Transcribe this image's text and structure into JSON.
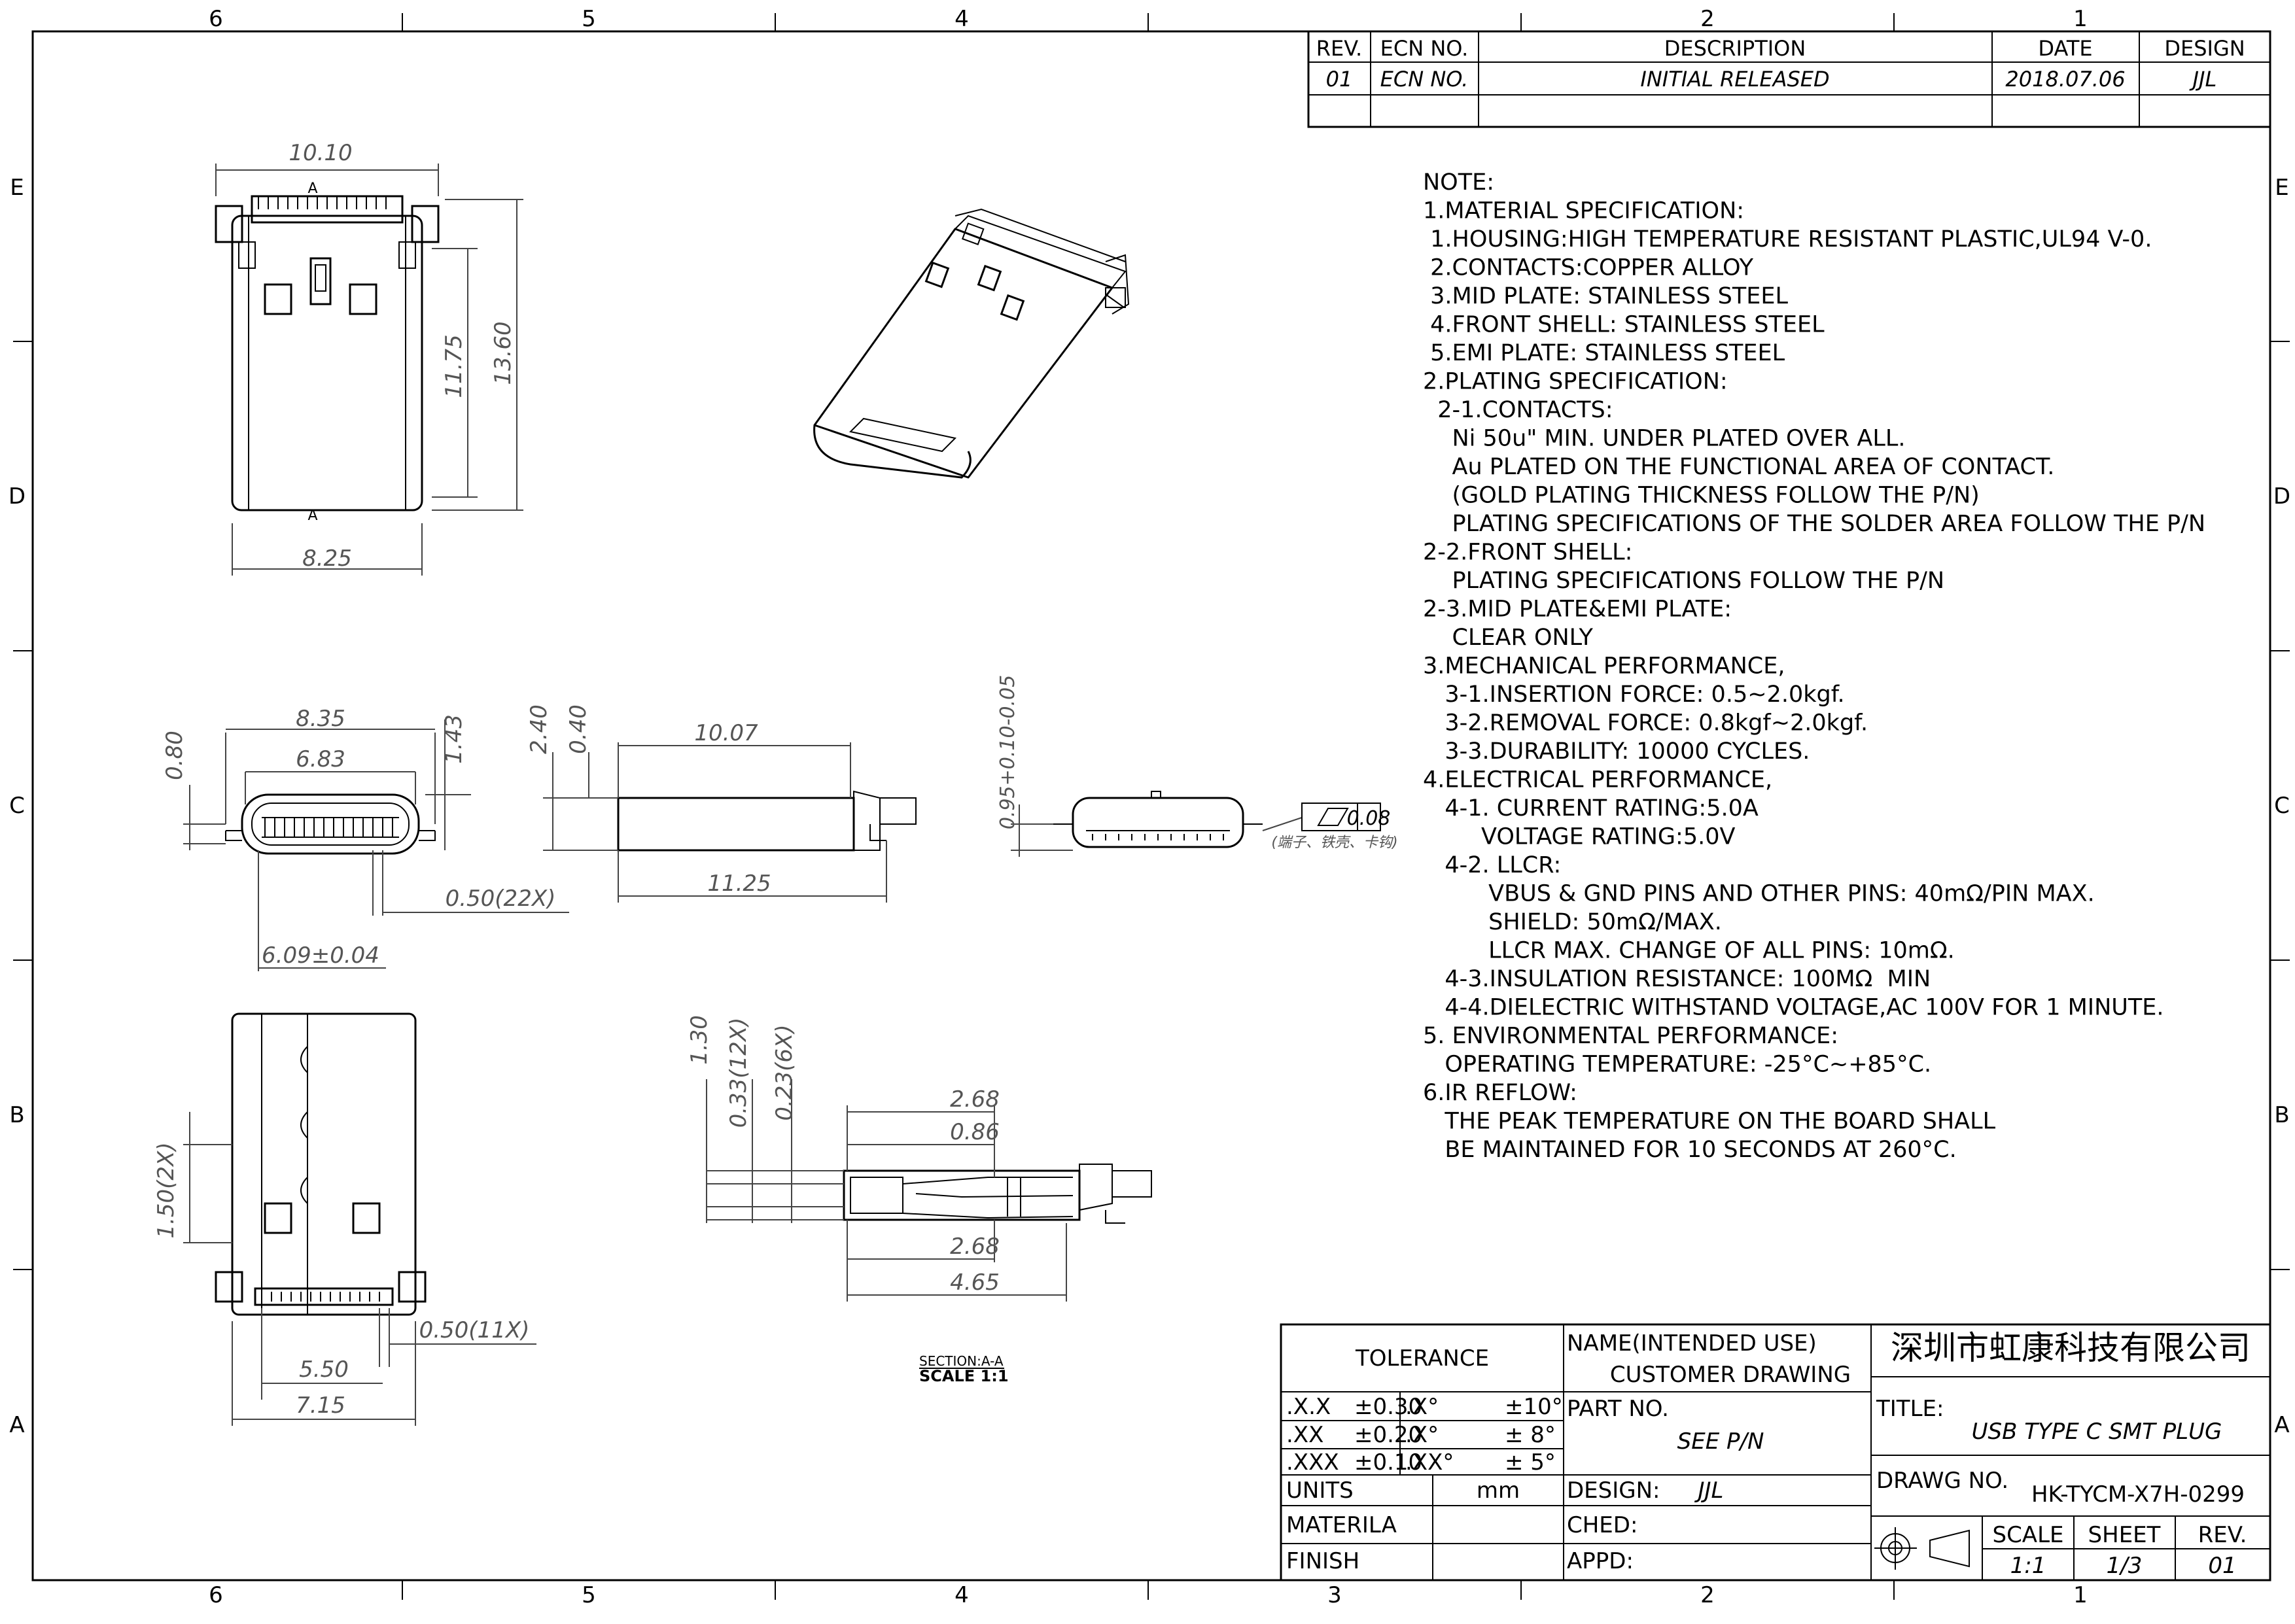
{
  "zones": {
    "top": [
      "6",
      "5",
      "4",
      "2",
      "1"
    ],
    "bottom": [
      "6",
      "5",
      "4",
      "3",
      "2",
      "1"
    ],
    "left": [
      "E",
      "D",
      "C",
      "B",
      "A"
    ],
    "right": [
      "E",
      "D",
      "C",
      "B",
      "A"
    ]
  },
  "revision": {
    "headers": [
      "REV.",
      "ECN NO.",
      "DESCRIPTION",
      "DATE",
      "DESIGN"
    ],
    "rows": [
      [
        "01",
        "ECN NO.",
        "INITIAL RELEASED",
        "2018.07.06",
        "JJL"
      ]
    ]
  },
  "notes": [
    "NOTE:",
    "1.MATERIAL SPECIFICATION:",
    " 1.HOUSING:HIGH TEMPERATURE RESISTANT PLASTIC,UL94 V-0.",
    " 2.CONTACTS:COPPER ALLOY",
    " 3.MID PLATE: STAINLESS STEEL",
    " 4.FRONT SHELL: STAINLESS STEEL",
    " 5.EMI PLATE: STAINLESS STEEL",
    "2.PLATING SPECIFICATION:",
    "  2-1.CONTACTS:",
    "    Ni 50u\" MIN. UNDER PLATED OVER ALL.",
    "    Au PLATED ON THE FUNCTIONAL AREA OF CONTACT.",
    "    (GOLD PLATING THICKNESS FOLLOW THE P/N)",
    "    PLATING SPECIFICATIONS OF THE SOLDER AREA FOLLOW THE P/N",
    "2-2.FRONT SHELL:",
    "    PLATING SPECIFICATIONS FOLLOW THE P/N",
    "2-3.MID PLATE&EMI PLATE:",
    "    CLEAR ONLY",
    "3.MECHANICAL PERFORMANCE,",
    "   3-1.INSERTION FORCE: 0.5~2.0kgf.",
    "   3-2.REMOVAL FORCE: 0.8kgf~2.0kgf.",
    "   3-3.DURABILITY: 10000 CYCLES.",
    "4.ELECTRICAL PERFORMANCE,",
    "   4-1. CURRENT RATING:5.0A",
    "        VOLTAGE RATING:5.0V",
    "   4-2. LLCR:",
    "         VBUS & GND PINS AND OTHER PINS: 40mΩ/PIN MAX.",
    "         SHIELD: 50mΩ/MAX.",
    "         LLCR MAX. CHANGE OF ALL PINS: 10mΩ.",
    "   4-3.INSULATION RESISTANCE: 100MΩ  MIN",
    "   4-4.DIELECTRIC WITHSTAND VOLTAGE,AC 100V FOR 1 MINUTE.",
    "5. ENVIRONMENTAL PERFORMANCE:",
    "   OPERATING TEMPERATURE: -25°C~+85°C.",
    "6.IR REFLOW:",
    "   THE PEAK TEMPERATURE ON THE BOARD SHALL",
    "   BE MAINTAINED FOR 10 SECONDS AT 260°C."
  ],
  "dims": {
    "top": {
      "w1": "10.10",
      "h1": "11.75",
      "h2": "13.60",
      "w2": "8.25",
      "sec": "A"
    },
    "front": {
      "w1": "8.35",
      "w2": "6.83",
      "h1": "0.80",
      "h2": "1.43",
      "pitch": "0.50(22X)",
      "w3": "6.09±0.04"
    },
    "side": {
      "h1": "2.40",
      "h2": "0.40",
      "w1": "10.07",
      "w2": "11.25"
    },
    "rear": {
      "h1": "0.95+0.10-0.05",
      "flat": "0.08",
      "note": "(端子、铁壳、卡钩)"
    },
    "bottom": {
      "h1": "1.50(2X)",
      "pitch": "0.50(11X)",
      "w1": "5.50",
      "w2": "7.15"
    },
    "section": {
      "v1": "1.30",
      "v2": "0.33(12X)",
      "v3": "0.23(6X)",
      "a": "2.68",
      "b": "0.86",
      "c": "2.68",
      "d": "4.65",
      "label": "SECTION:A-A",
      "scale": "SCALE  1:1"
    }
  },
  "title_block": {
    "tolerance": "TOLERANCE",
    "tol_rows": [
      [
        ".X.X",
        "±0.30",
        ".X°",
        "±10°"
      ],
      [
        ".XX",
        "±0.20",
        ".X°",
        "± 8°"
      ],
      [
        ".XXX",
        "±0.10",
        ".XX°",
        "± 5°"
      ]
    ],
    "units_label": "UNITS",
    "units": "mm",
    "materila": "MATERILA",
    "finish": "FINISH",
    "name_label": "NAME(INTENDED USE)",
    "name": "CUSTOMER DRAWING",
    "part_label": "PART NO.",
    "part": "SEE P/N",
    "design_label": "DESIGN:",
    "design": "JJL",
    "ched": "CHED:",
    "appd": "APPD:",
    "company": "深圳市虹康科技有限公司",
    "title_label": "TITLE:",
    "title": "USB TYPE C SMT PLUG",
    "drawg_label": "DRAWG NO.",
    "drawg": "HK-TYCM-X7H-0299",
    "scale_label": "SCALE",
    "scale": "1:1",
    "sheet_label": "SHEET",
    "sheet": "1/3",
    "rev_label": "REV.",
    "rev": "01"
  }
}
